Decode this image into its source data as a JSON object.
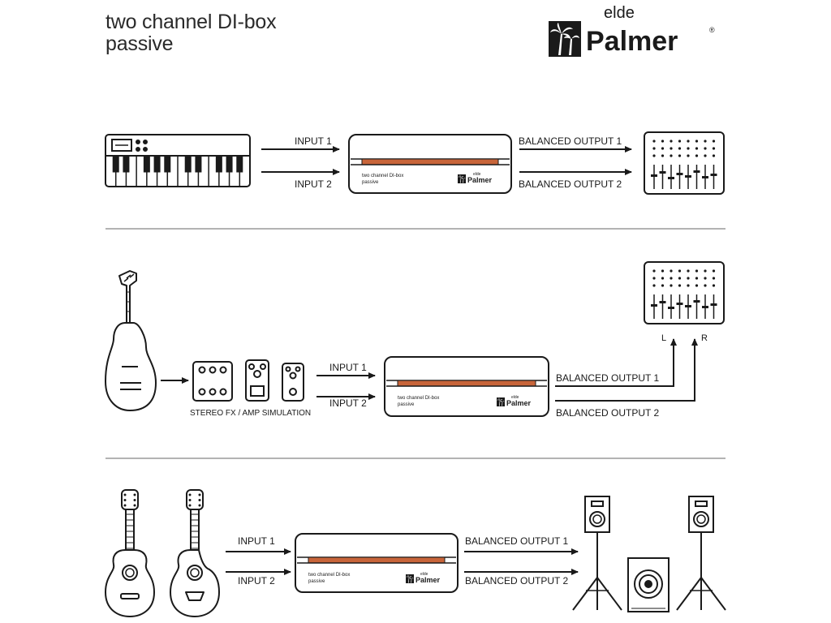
{
  "header": {
    "title_line1": "two channel DI-box",
    "title_line2": "passive",
    "brand_small": "elde",
    "brand_big": "Palmer",
    "registered": "®"
  },
  "device": {
    "name_line1": "two channel DI-box",
    "name_line2": "passive",
    "brand_small": "elde",
    "brand_big": "Palmer"
  },
  "colors": {
    "accent": "#c8653a",
    "line": "#1a1a1a"
  },
  "scenarios": [
    {
      "source": "keyboard",
      "input1": "INPUT 1",
      "input2": "INPUT 2",
      "output1": "BALANCED OUTPUT 1",
      "output2": "BALANCED OUTPUT 2",
      "destination": "mixer"
    },
    {
      "source": "electric-guitar",
      "effects_label": "STEREO FX / AMP SIMULATION",
      "input1": "INPUT 1",
      "input2": "INPUT 2",
      "output1": "BALANCED OUTPUT 1",
      "output2": "BALANCED OUTPUT 2",
      "left_label": "L",
      "right_label": "R",
      "destination": "mixer"
    },
    {
      "source": "acoustic-guitars",
      "input1": "INPUT 1",
      "input2": "INPUT 2",
      "output1": "BALANCED OUTPUT 1",
      "output2": "BALANCED OUTPUT 2",
      "destination": "pa-speakers"
    }
  ]
}
